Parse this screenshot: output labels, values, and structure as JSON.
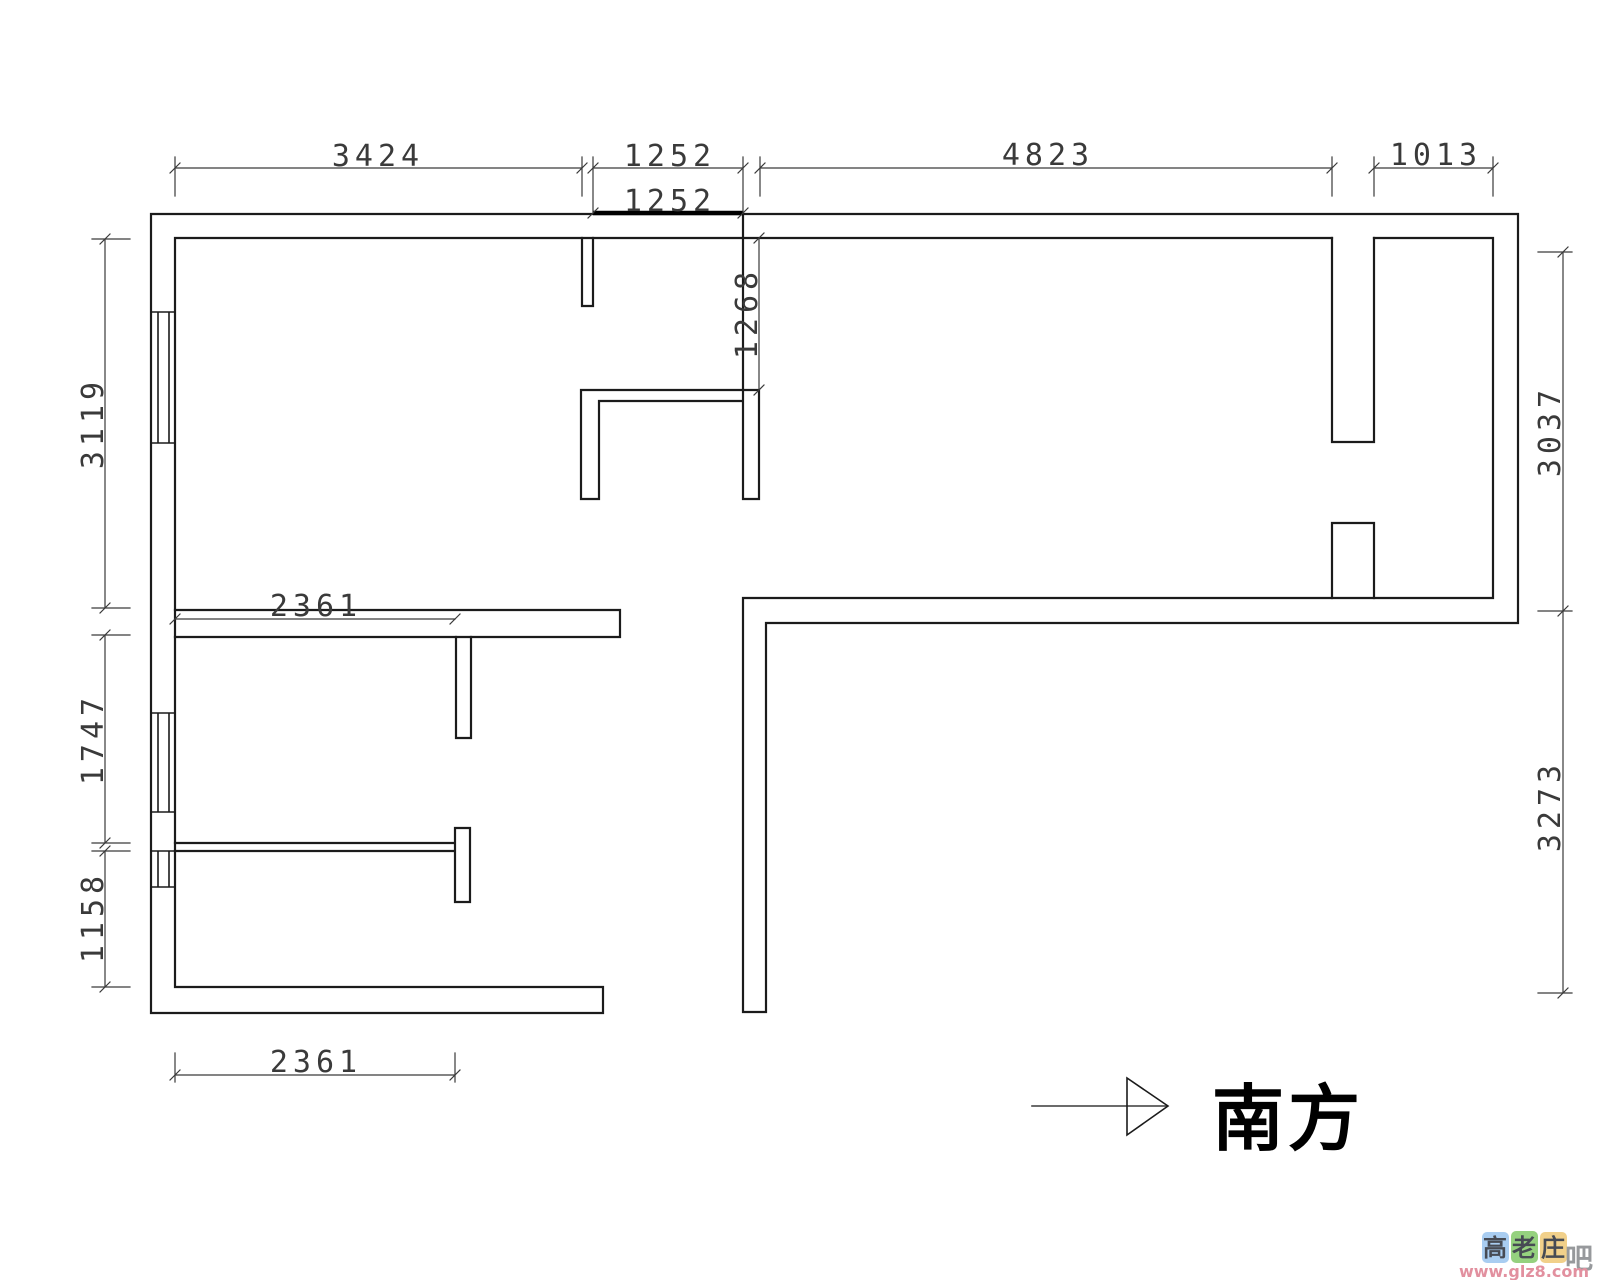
{
  "meta": {
    "type": "floor-plan-drawing",
    "units": "mm"
  },
  "colors": {
    "background": "#ffffff",
    "wall": "#1b1b1b",
    "dim": "#3a3a3a",
    "label": "#000000",
    "badge_blue": "#a9cdf1",
    "badge_green": "#95d17f",
    "badge_yellow": "#f1d08a",
    "badge_char": "#474b54",
    "suffix_gray": "#97999c",
    "url_pink": "#e2909f"
  },
  "dimensions": {
    "top_3424": "3424",
    "top_1252": "1252",
    "top_4823": "4823",
    "top_1013": "1013",
    "opening_1252": "1252",
    "left_3119": "3119",
    "left_1747": "1747",
    "left_1158": "1158",
    "right_3037": "3037",
    "right_3273": "3273",
    "inner_1268": "1268",
    "inner_2361": "2361",
    "bottom_2361": "2361"
  },
  "compass": {
    "south_label": "南方"
  },
  "watermark": {
    "badges": [
      {
        "char": "高"
      },
      {
        "char": "老"
      },
      {
        "char": "庄"
      }
    ],
    "suffix": "吧",
    "url": "www.glz8.com"
  }
}
